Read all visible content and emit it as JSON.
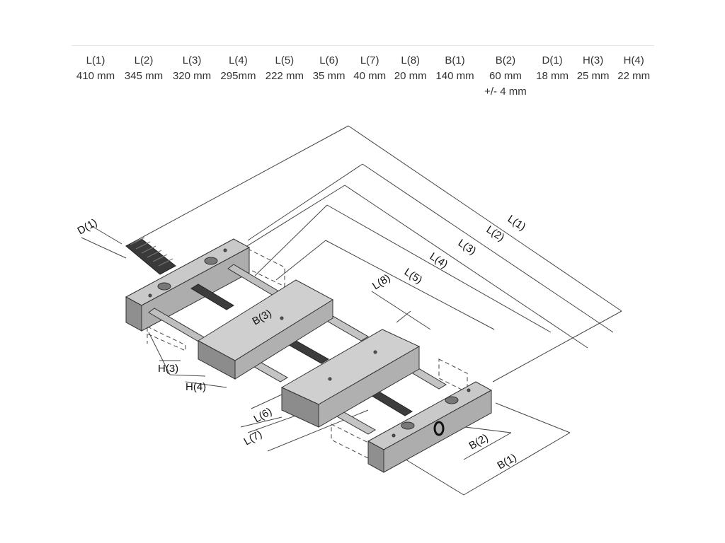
{
  "specs": [
    {
      "key": "L(1)",
      "value": "410 mm",
      "extra": ""
    },
    {
      "key": "L(2)",
      "value": "345 mm",
      "extra": ""
    },
    {
      "key": "L(3)",
      "value": "320 mm",
      "extra": ""
    },
    {
      "key": "L(4)",
      "value": "295mm",
      "extra": ""
    },
    {
      "key": "L(5)",
      "value": "222 mm",
      "extra": ""
    },
    {
      "key": "L(6)",
      "value": "35 mm",
      "extra": ""
    },
    {
      "key": "L(7)",
      "value": "40 mm",
      "extra": ""
    },
    {
      "key": "L(8)",
      "value": "20 mm",
      "extra": ""
    },
    {
      "key": "B(1)",
      "value": "140 mm",
      "extra": ""
    },
    {
      "key": "B(2)",
      "value": "60 mm",
      "extra": "+/- 4 mm"
    },
    {
      "key": "D(1)",
      "value": "18 mm",
      "extra": ""
    },
    {
      "key": "H(3)",
      "value": "25 mm",
      "extra": ""
    },
    {
      "key": "H(4)",
      "value": "22 mm",
      "extra": ""
    }
  ],
  "drawing_labels": {
    "l1": "L(1)",
    "l2": "L(2)",
    "l3": "L(3)",
    "l4": "L(4)",
    "l5": "L(5)",
    "l6": "L(6)",
    "l7": "L(7)",
    "l8": "L(8)",
    "b1": "B(1)",
    "b2": "B(2)",
    "b3": "B(3)",
    "d1": "D(1)",
    "h3": "H(3)",
    "h4": "H(4)",
    "mark": "0"
  }
}
